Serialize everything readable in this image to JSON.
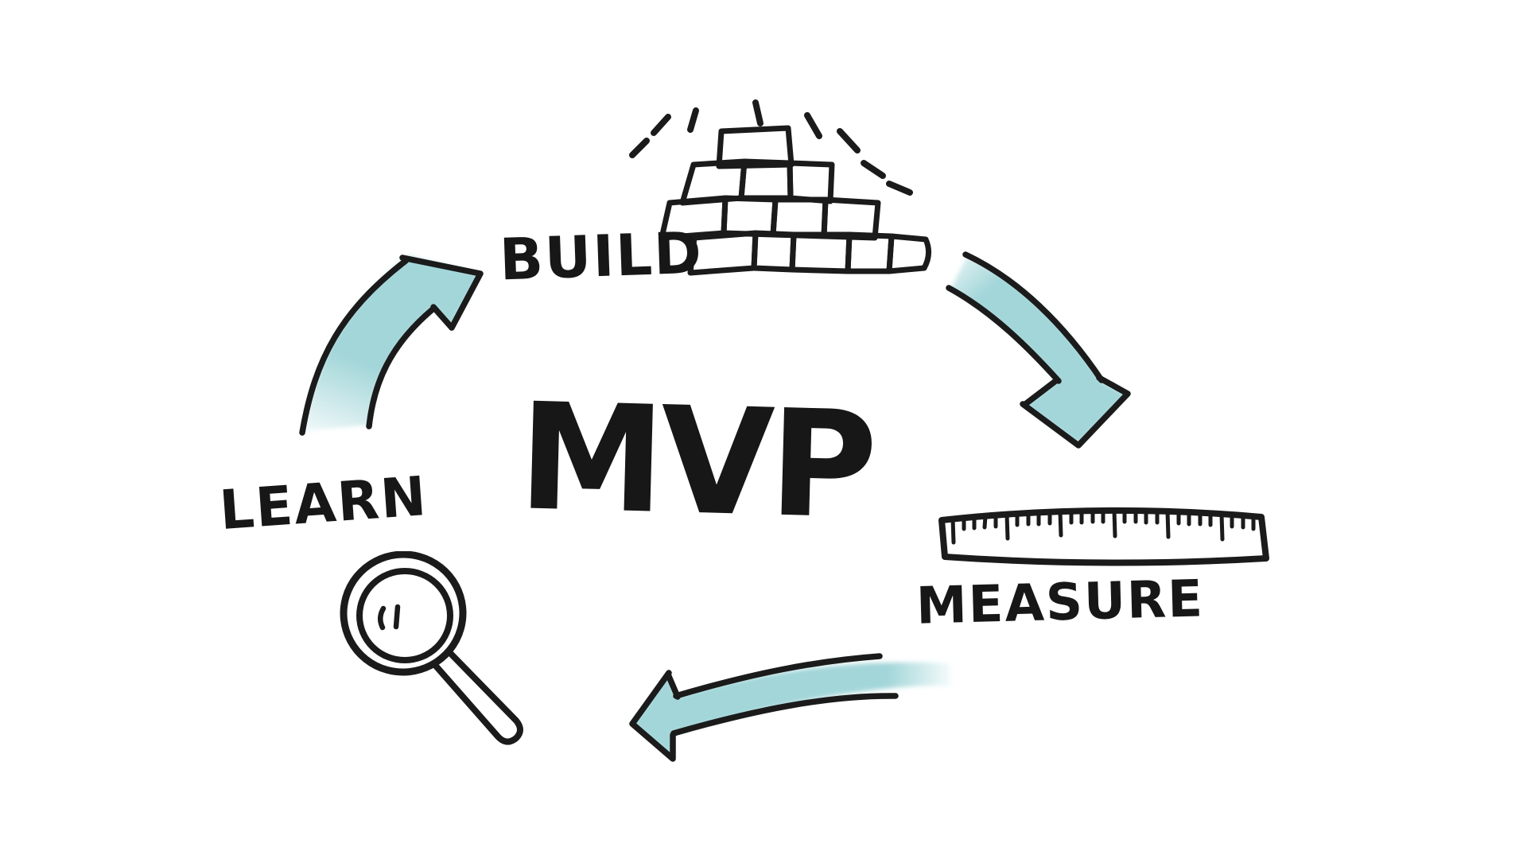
{
  "page": {
    "background": "#ffffff"
  },
  "colors": {
    "ink": "#1b1b1b",
    "accent_teal": "#a3d6d9"
  },
  "diagram": {
    "center_label": "MVP",
    "nodes": [
      {
        "id": "build",
        "label": "BUILD",
        "icon": "brick-wall-icon"
      },
      {
        "id": "measure",
        "label": "MEASURE",
        "icon": "ruler-icon"
      },
      {
        "id": "learn",
        "label": "LEARN",
        "icon": "magnifying-glass-icon"
      }
    ],
    "edges": [
      {
        "from": "build",
        "to": "measure",
        "style": "curved-teal-arrow"
      },
      {
        "from": "measure",
        "to": "learn",
        "style": "curved-teal-arrow"
      },
      {
        "from": "learn",
        "to": "build",
        "style": "curved-teal-arrow"
      }
    ]
  }
}
